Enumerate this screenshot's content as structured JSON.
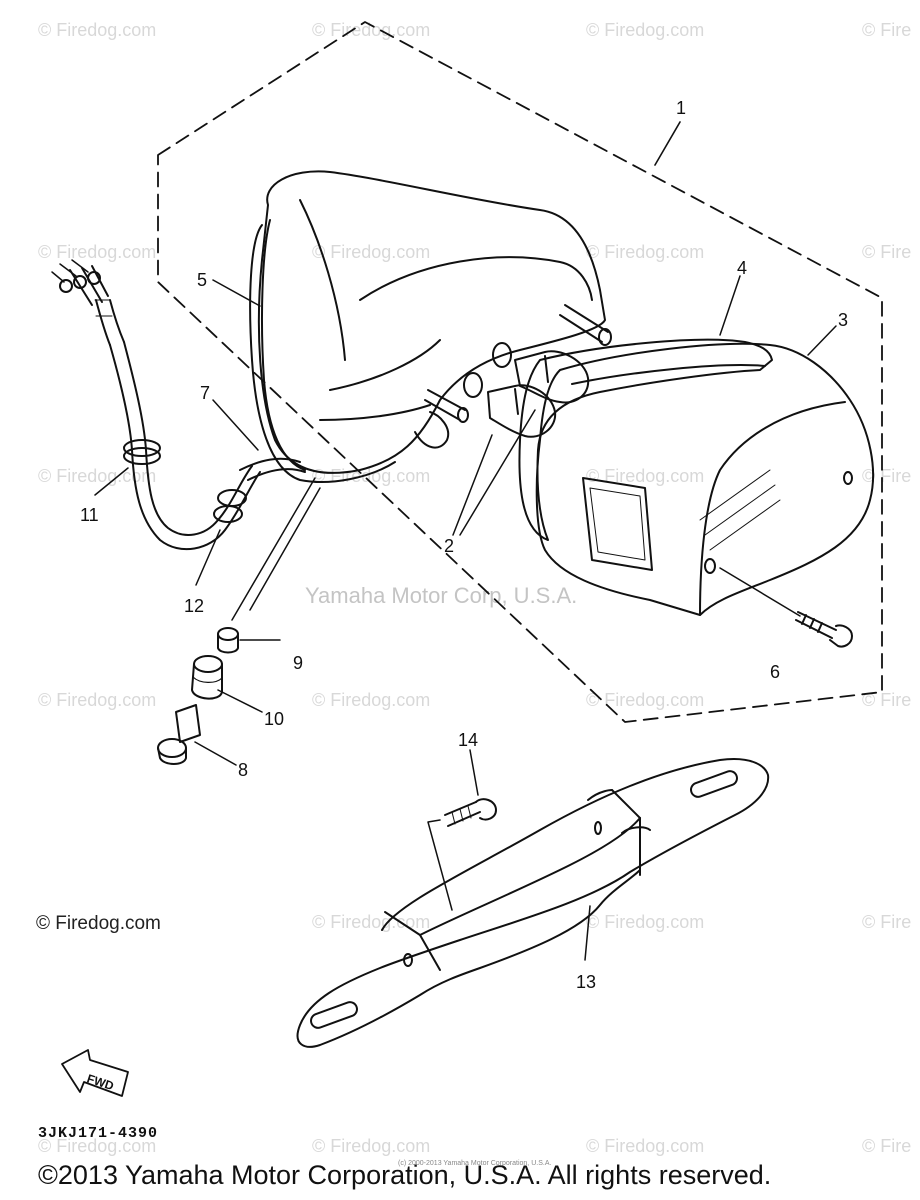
{
  "watermark": "© Firedog.com",
  "watermark_cut": "© Fire",
  "corp_watermark": "Yamaha Motor Corp, U.S.A.",
  "firedog_label": "© Firedog.com",
  "callouts": {
    "c1": "1",
    "c2": "2",
    "c3": "3",
    "c4": "4",
    "c5": "5",
    "c6": "6",
    "c7": "7",
    "c8": "8",
    "c9": "9",
    "c10": "10",
    "c11": "11",
    "c12": "12",
    "c13": "13",
    "c14": "14"
  },
  "fwd_label": "FWD",
  "diagram_code": "3JKJ171-4390",
  "tiny_copyright": "(c) 2000-2013 Yamaha Motor Corporation, U.S.A.",
  "copyright": "©2013 Yamaha Motor Corporation, U.S.A. All rights reserved.",
  "colors": {
    "line": "#111111",
    "watermark": "#d8d8d8",
    "background": "#ffffff"
  }
}
